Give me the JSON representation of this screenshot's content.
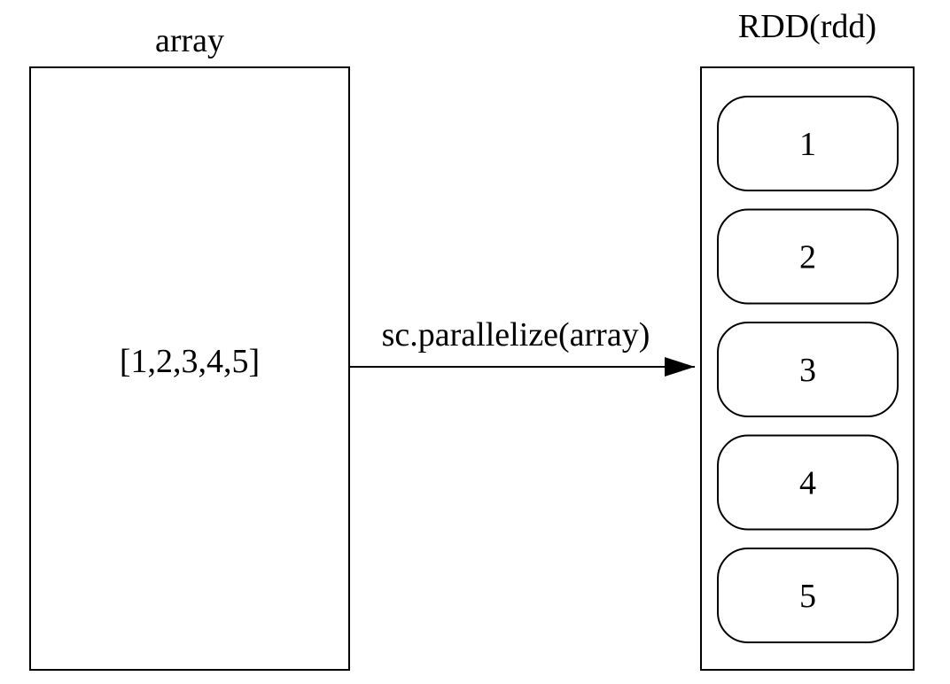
{
  "source": {
    "title": "array",
    "contents": "[1,2,3,4,5]"
  },
  "transform": {
    "label": "sc.parallelize(array)"
  },
  "target": {
    "title": "RDD(rdd)",
    "partitions": [
      "1",
      "2",
      "3",
      "4",
      "5"
    ]
  },
  "colors": {
    "stroke": "#000000",
    "background": "#ffffff"
  }
}
